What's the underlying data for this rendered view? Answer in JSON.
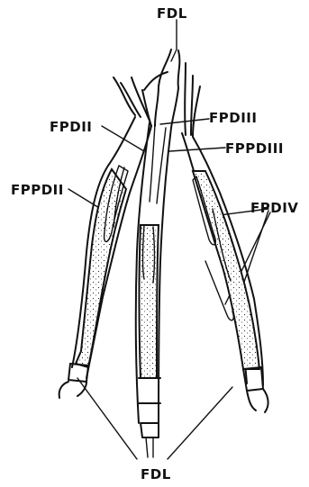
{
  "figure": {
    "labels": {
      "fdl_top": "FDL",
      "fpd2": "FPDII",
      "fpd3": "FPDIII",
      "fppd3": "FPPDIII",
      "fppd2": "FPPDII",
      "fpd4": "FPDIV",
      "fdl_bottom": "FDL"
    }
  }
}
